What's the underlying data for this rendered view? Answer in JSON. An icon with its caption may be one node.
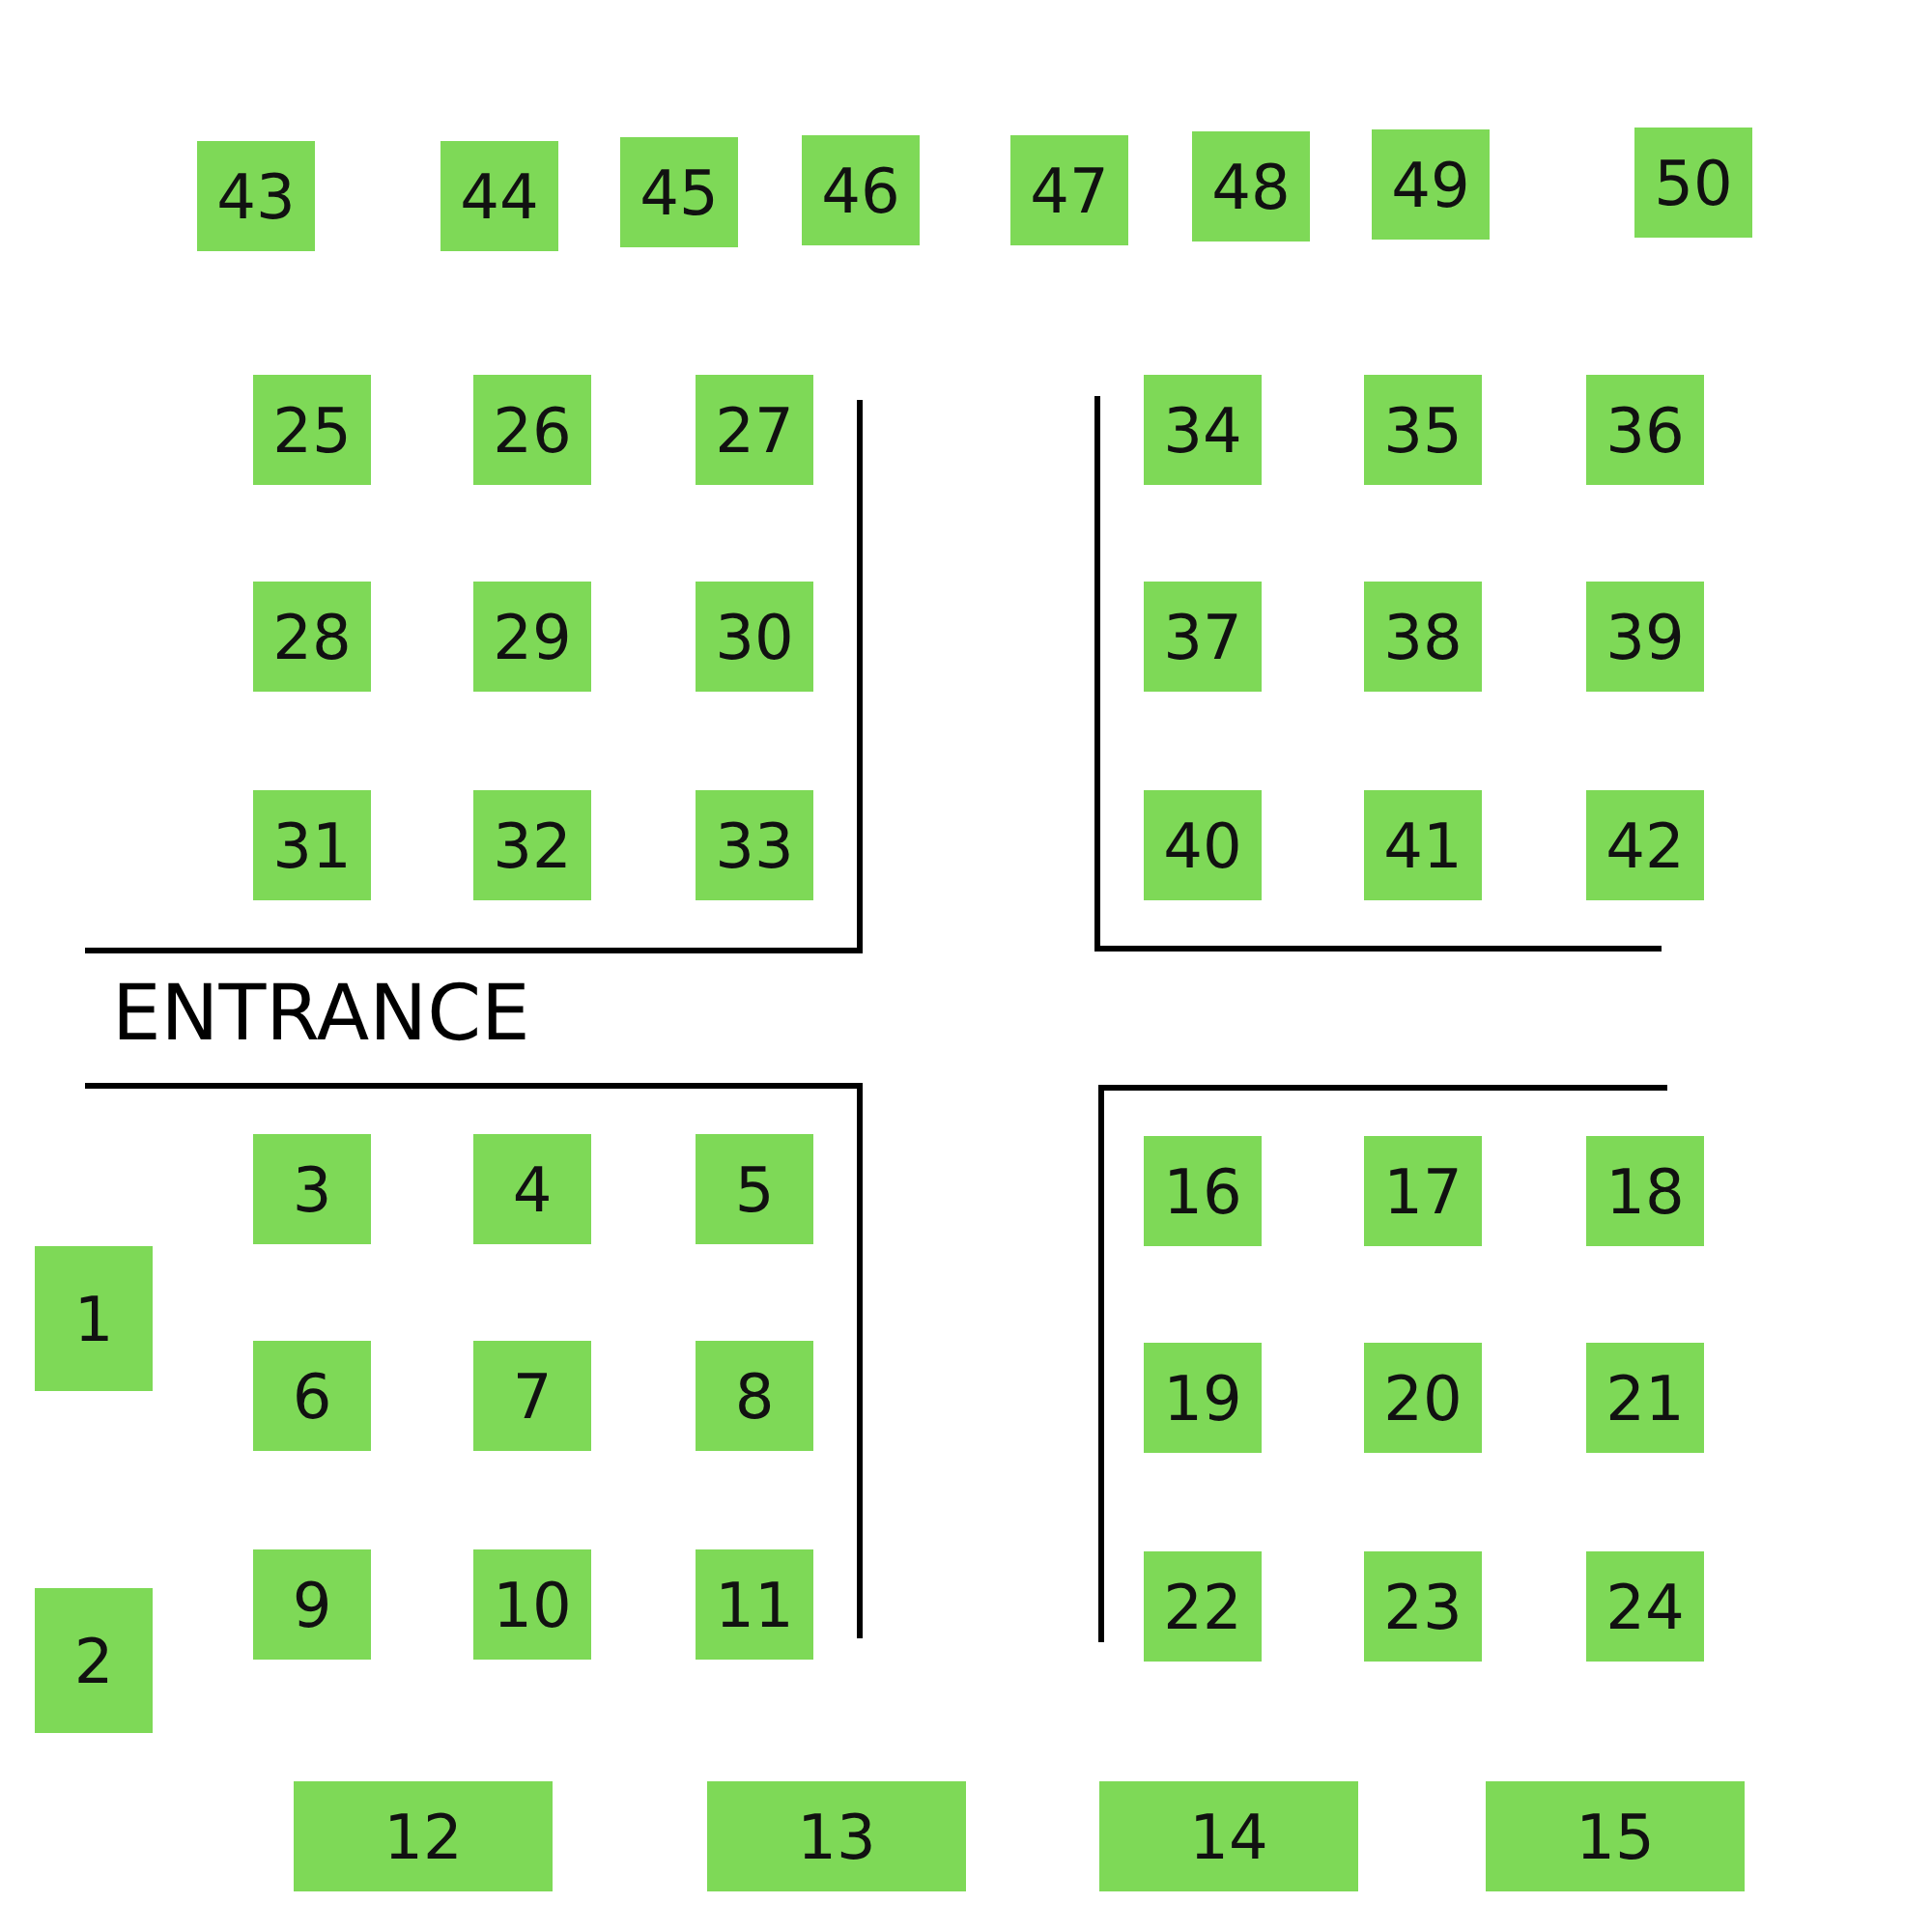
{
  "diagram": {
    "nodes": [
      {
        "text": [
          "1"
        ]
      },
      {
        "text": [
          "2"
        ]
      },
      {
        "text": [
          "3"
        ]
      },
      {
        "text": [
          "4"
        ]
      },
      {
        "text": [
          "5"
        ]
      },
      {
        "text": [
          "6"
        ]
      },
      {
        "text": [
          "7"
        ]
      },
      {
        "text": [
          "8"
        ]
      },
      {
        "text": [
          "9"
        ]
      },
      {
        "text": [
          "10"
        ]
      },
      {
        "text": [
          "11"
        ]
      },
      {
        "text": [
          "12"
        ]
      },
      {
        "text": [
          "13"
        ]
      },
      {
        "text": [
          "14"
        ]
      },
      {
        "text": [
          "15"
        ]
      },
      {
        "text": [
          "16"
        ]
      },
      {
        "text": [
          "17"
        ]
      },
      {
        "text": [
          "18"
        ]
      },
      {
        "text": [
          "19"
        ]
      },
      {
        "text": [
          "20"
        ]
      },
      {
        "text": [
          "21"
        ]
      },
      {
        "text": [
          "22"
        ]
      },
      {
        "text": [
          "23"
        ]
      },
      {
        "text": [
          "24"
        ]
      },
      {
        "text": [
          "25"
        ]
      },
      {
        "text": [
          "26"
        ]
      },
      {
        "text": [
          "27"
        ]
      },
      {
        "text": [
          "28"
        ]
      },
      {
        "text": [
          "29"
        ]
      },
      {
        "text": [
          "30"
        ]
      },
      {
        "text": [
          "31"
        ]
      },
      {
        "text": [
          "32"
        ]
      },
      {
        "text": [
          "33"
        ]
      },
      {
        "text": [
          "34"
        ]
      },
      {
        "text": [
          "35"
        ]
      },
      {
        "text": [
          "36"
        ]
      },
      {
        "text": [
          "37"
        ]
      },
      {
        "text": [
          "38"
        ]
      },
      {
        "text": [
          "39"
        ]
      },
      {
        "text": [
          "40"
        ]
      },
      {
        "text": [
          "41"
        ]
      },
      {
        "text": [
          "42"
        ]
      },
      {
        "text": [
          "43"
        ]
      },
      {
        "text": [
          "44"
        ]
      },
      {
        "text": [
          "45"
        ]
      },
      {
        "text": [
          "46"
        ]
      },
      {
        "text": [
          "47"
        ]
      },
      {
        "text": [
          "48"
        ]
      },
      {
        "text": [
          "49"
        ]
      },
      {
        "text": [
          "50"
        ]
      }
    ],
    "edges": [],
    "labels": [
      "ENTRANCE"
    ]
  }
}
